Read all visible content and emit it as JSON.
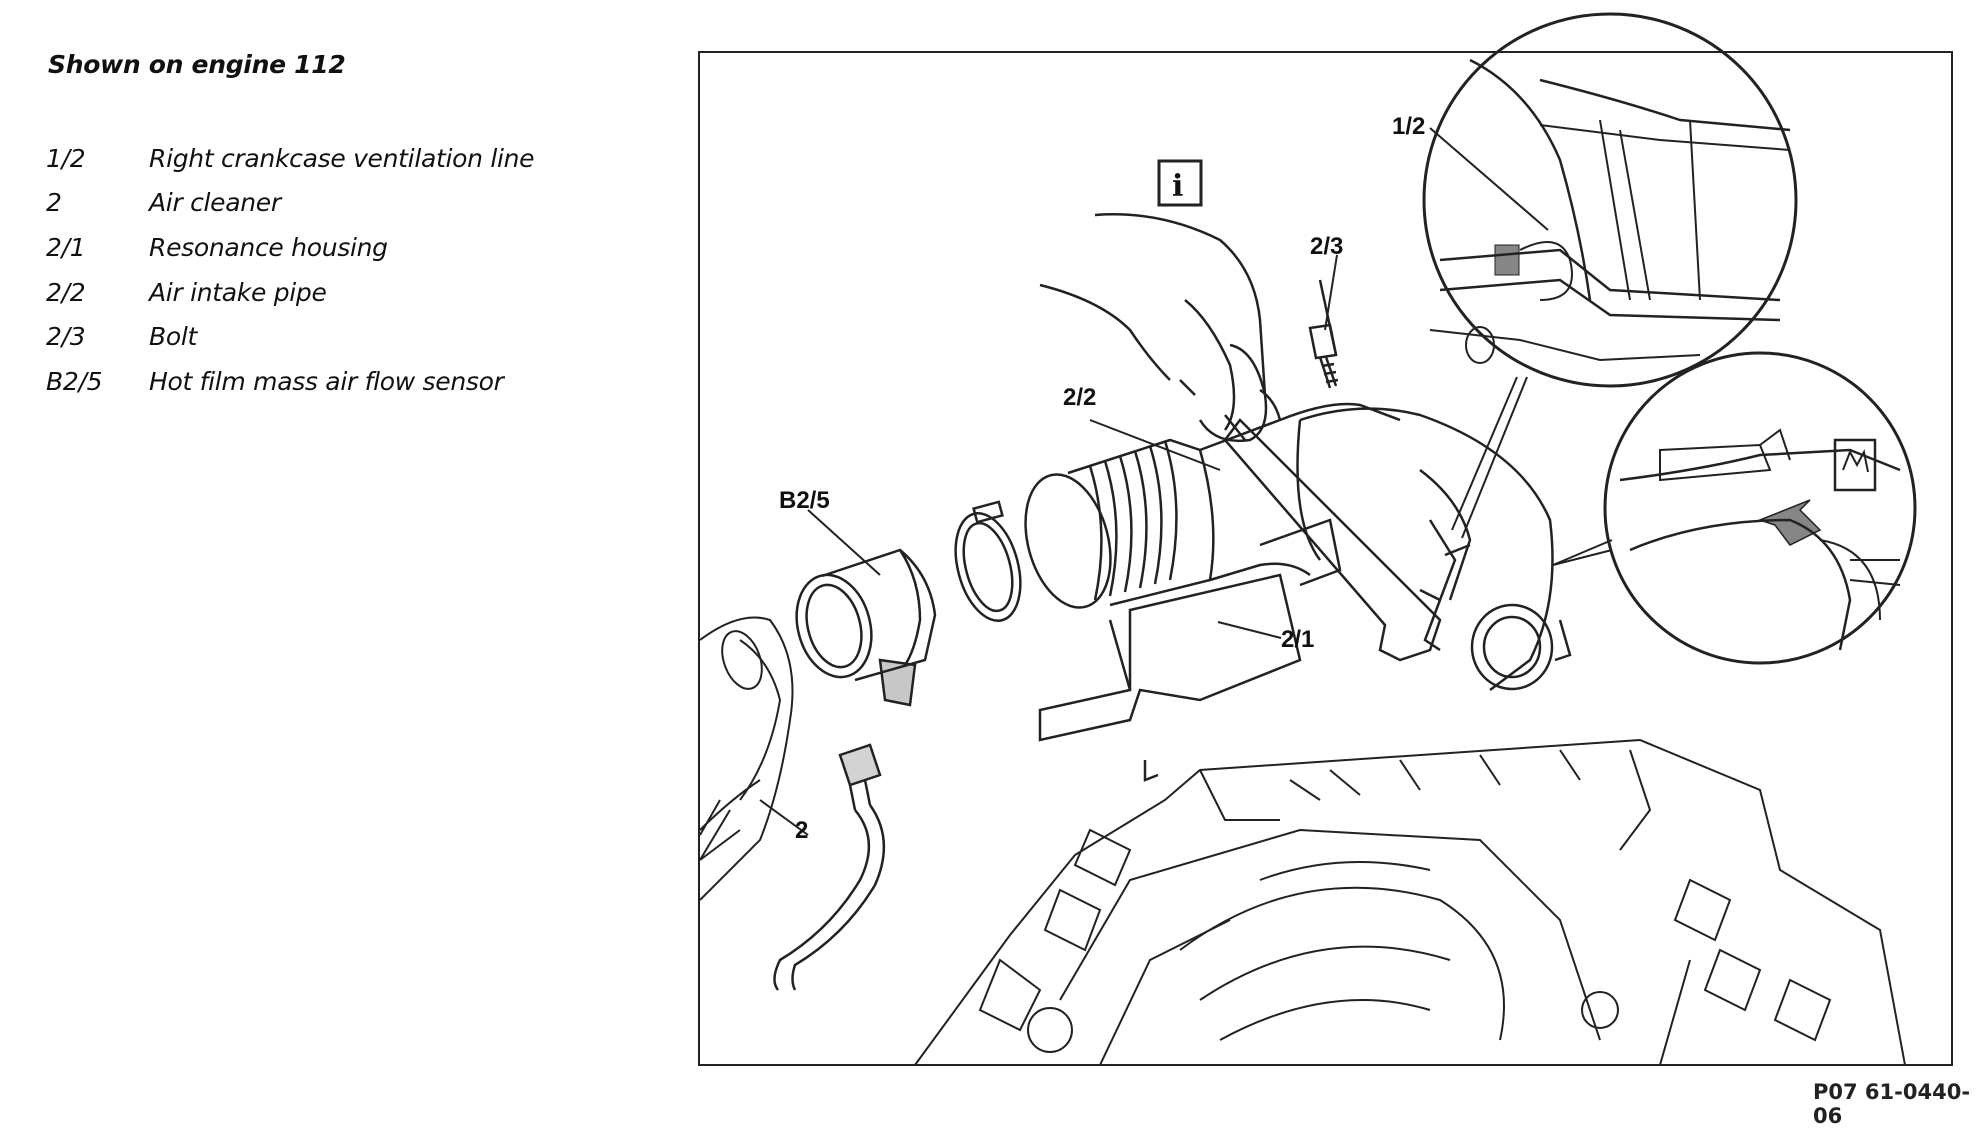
{
  "heading": "Shown on engine 112",
  "legend": [
    {
      "code": "1/2",
      "label": "Right crankcase ventilation line"
    },
    {
      "code": "2",
      "label": "Air cleaner"
    },
    {
      "code": "2/1",
      "label": "Resonance housing"
    },
    {
      "code": "2/2",
      "label": "Air intake pipe"
    },
    {
      "code": "2/3",
      "label": "Bolt"
    },
    {
      "code": "B2/5",
      "label": "Hot film mass air flow sensor"
    }
  ],
  "figure": {
    "info_symbol": "i",
    "callouts": {
      "c1_2": "1/2",
      "c2_3": "2/3",
      "c2_2": "2/2",
      "cB2_5": "B2/5",
      "c2_1": "2/1",
      "c2": "2"
    },
    "reference": "P07 61-0440-06"
  }
}
